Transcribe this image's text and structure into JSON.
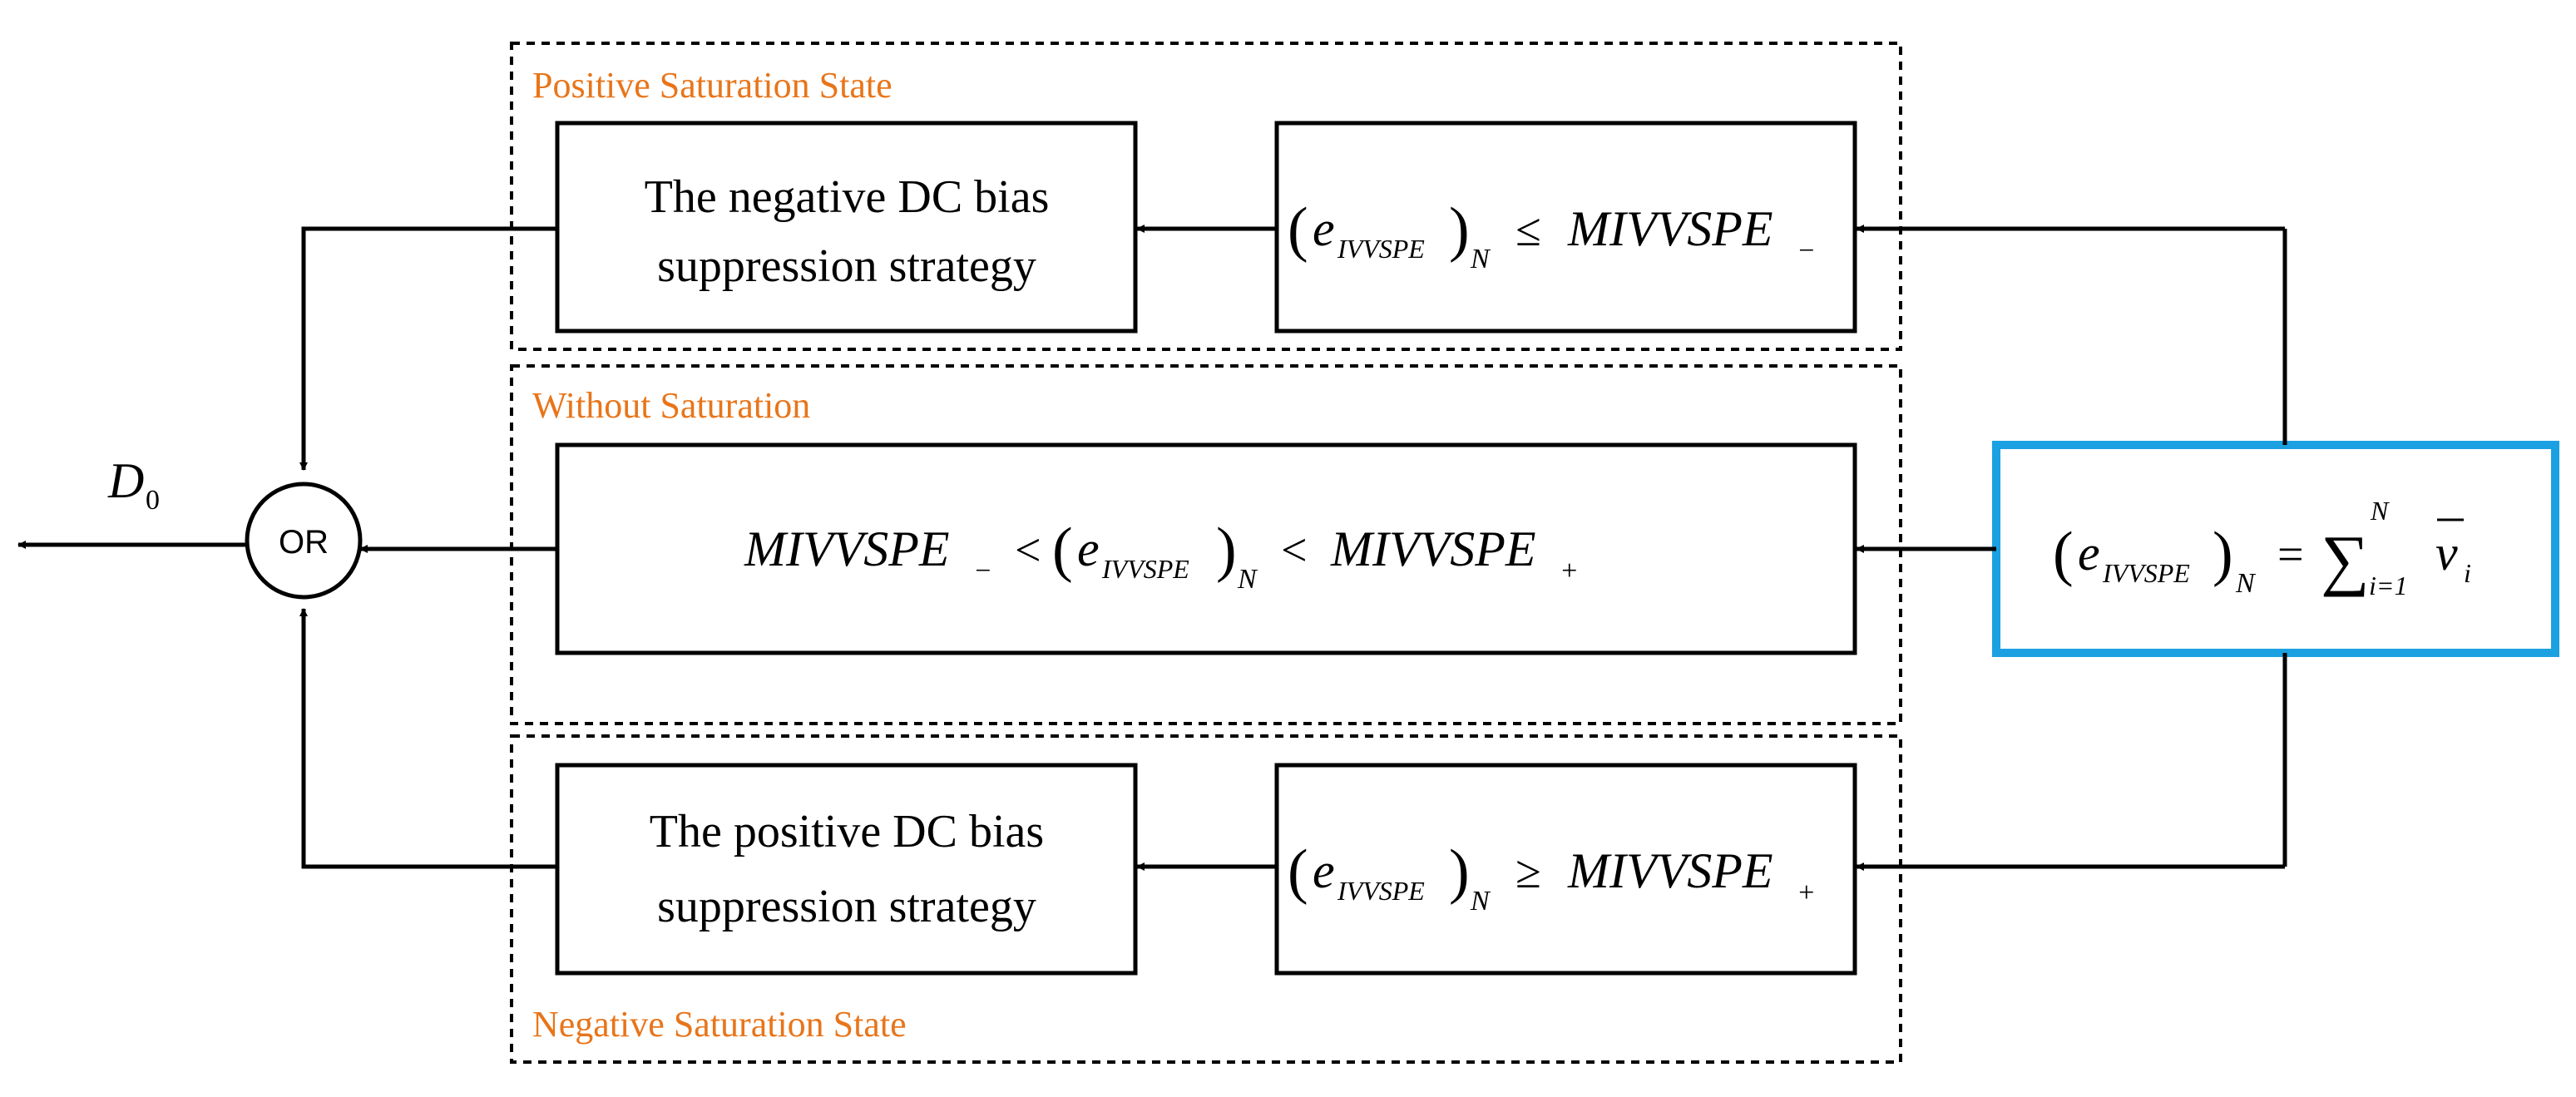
{
  "regions": {
    "positive": "Positive Saturation State",
    "without": "Without Saturation",
    "negative": "Negative Saturation State"
  },
  "strategies": {
    "negative_line1": "The negative DC bias",
    "negative_line2": "suppression strategy",
    "positive_line1": "The positive DC bias",
    "positive_line2": "suppression strategy"
  },
  "math": {
    "e": "e",
    "sub_ivvspe": "IVVSPE",
    "sub_N": "N",
    "mivvspe": "MIVVSPE",
    "minus_sub": "−",
    "plus_sub": "+",
    "leq": "≤",
    "geq": "≥",
    "lt": "<",
    "eq": "=",
    "sum": "∑",
    "sum_lower": "i=1",
    "sum_upper": "N",
    "v": "v",
    "v_sub": "i",
    "lparen": "(",
    "rparen": ")"
  },
  "or_gate": {
    "label": "OR"
  },
  "output": {
    "symbol": "D",
    "subscript": "0"
  },
  "colors": {
    "region_label": "#E8751A",
    "source_border": "#1BA1E2",
    "line": "#000000"
  }
}
